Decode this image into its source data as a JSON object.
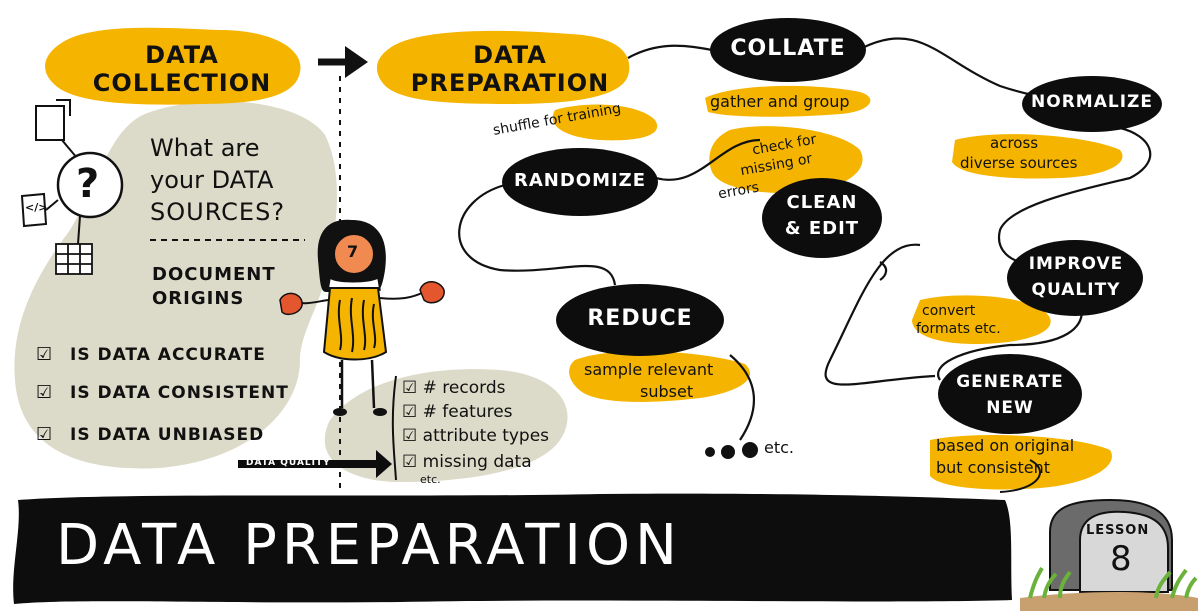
{
  "stages": {
    "collection": "DATA COLLECTION",
    "preparation": "DATA PREPARATION"
  },
  "collection_panel": {
    "question": [
      "What are",
      "your DATA",
      "SOURCES?"
    ],
    "document_origins": [
      "DOCUMENT",
      "ORIGINS"
    ],
    "checklist": [
      "IS DATA ACCURATE",
      "IS DATA CONSISTENT",
      "IS DATA UNBIASED"
    ],
    "question_mark": "?",
    "code_glyph": "</>"
  },
  "person": {
    "badge": "7"
  },
  "data_quality": {
    "label": "DATA QUALITY",
    "items": [
      "# records",
      "# features",
      "attribute types",
      "missing data"
    ],
    "etc": "etc."
  },
  "steps": {
    "collate": {
      "title": "COLLATE",
      "note": "gather and group"
    },
    "normalize": {
      "title": "NORMALIZE",
      "note": [
        "across",
        "diverse sources"
      ]
    },
    "randomize": {
      "title": "RANDOMIZE",
      "note": "shuffle for training"
    },
    "clean": {
      "title": [
        "CLEAN",
        "& EDIT"
      ],
      "note": [
        "check for",
        "missing or",
        "errors"
      ]
    },
    "improve": {
      "title": [
        "IMPROVE",
        "QUALITY"
      ],
      "note": [
        "convert",
        "formats etc."
      ]
    },
    "reduce": {
      "title": "REDUCE",
      "note": [
        "sample relevant",
        "subset"
      ]
    },
    "generate": {
      "title": [
        "GENERATE",
        "NEW"
      ],
      "note": [
        "based on original",
        "but consistent"
      ]
    }
  },
  "dots_etc": "etc.",
  "banner": {
    "title": "DATA PREPARATION"
  },
  "lesson": {
    "label": "LESSON",
    "number": "8"
  },
  "colors": {
    "yellow": "#f4b400",
    "black": "#0d0d0d",
    "panel": "#dcdac8",
    "skin": "#f08a50",
    "hands": "#e4572e",
    "green": "#6ab23a"
  }
}
